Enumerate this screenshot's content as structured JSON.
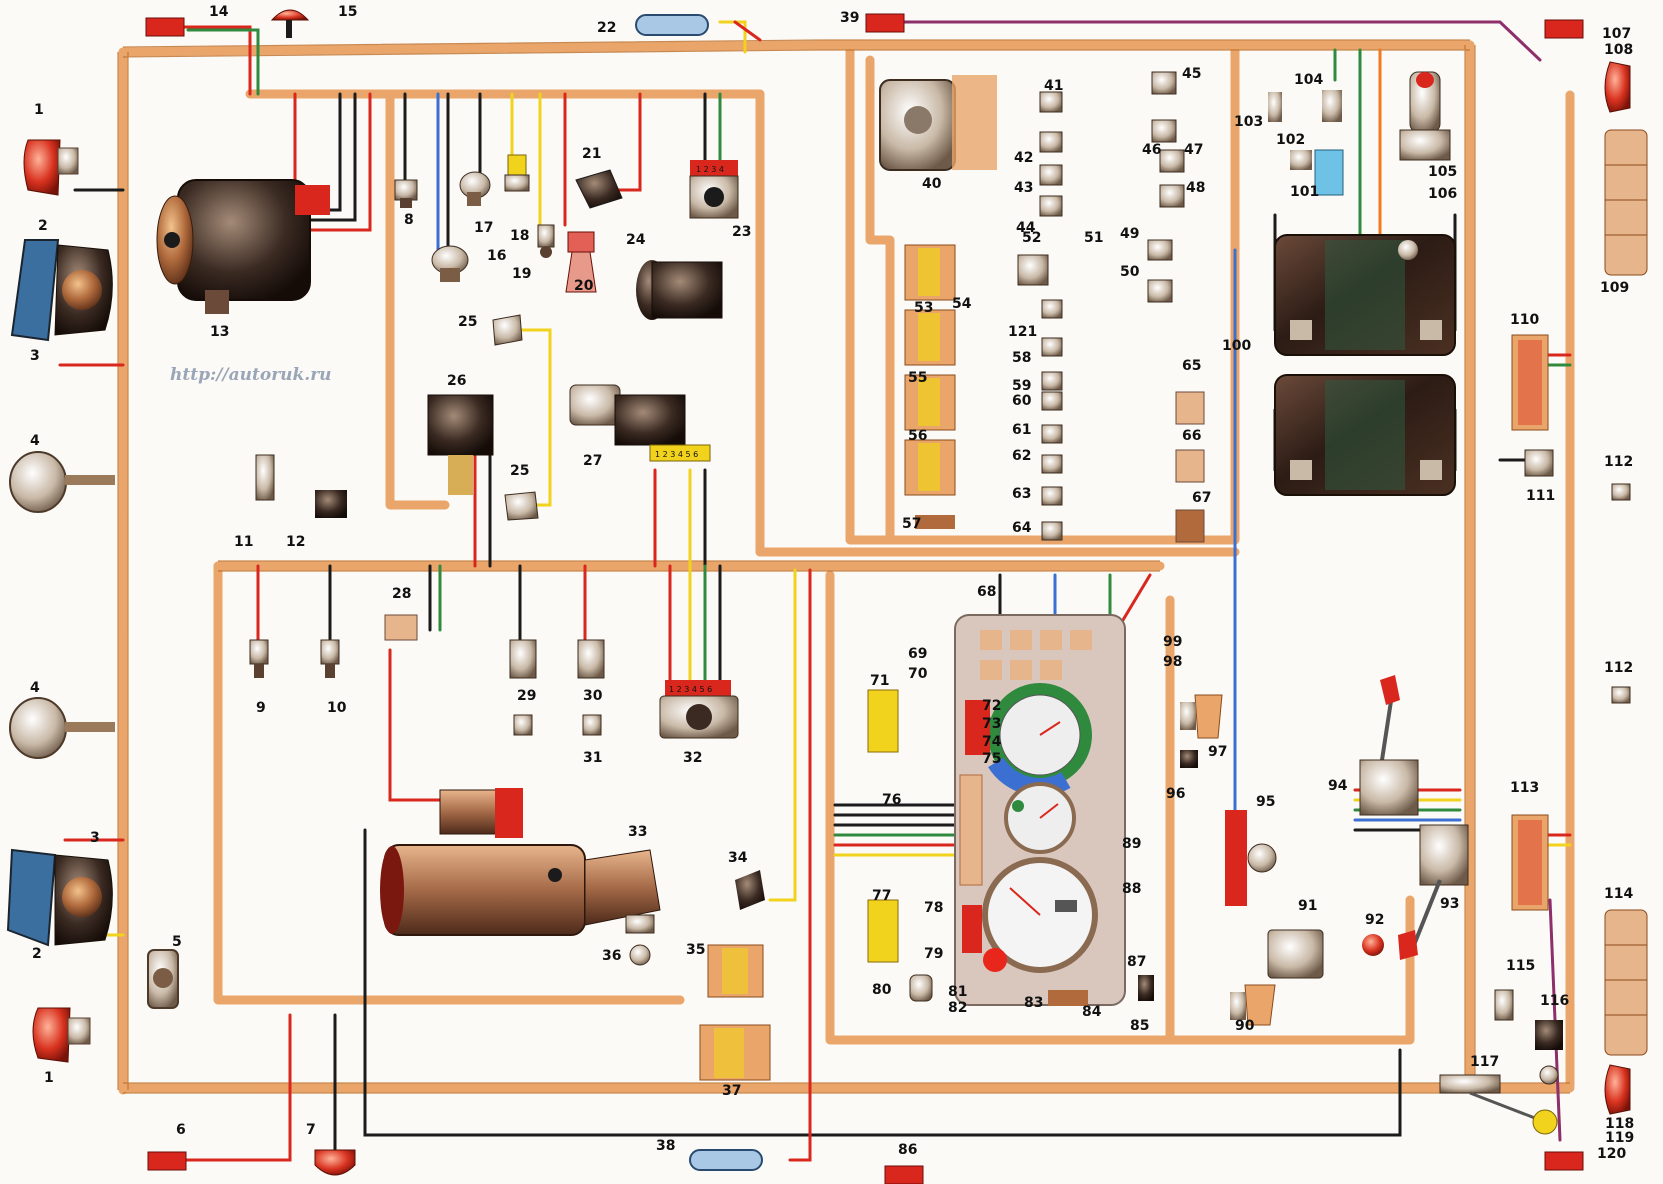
{
  "watermark": "http://autoruk.ru",
  "colors": {
    "harness": "#e9a56a",
    "harness_edge": "#b8651f",
    "red": "#d9271e",
    "yellow": "#f1d21c",
    "green": "#2f8a3e",
    "blue": "#3b6fd1",
    "black": "#1b1b1b",
    "violet": "#8c2f6b",
    "body_dark": "#3a2a22",
    "body_copper": "#b06a3c",
    "lamp_red": "#d8321f"
  },
  "labels": {
    "c1a": "1",
    "c1b": "1",
    "c2a": "2",
    "c2b": "2",
    "c3a": "3",
    "c3b": "3",
    "c4a": "4",
    "c4b": "4",
    "c5": "5",
    "c6": "6",
    "c7": "7",
    "c8": "8",
    "c9": "9",
    "c10": "10",
    "c11": "11",
    "c12": "12",
    "c13": "13",
    "c14": "14",
    "c15": "15",
    "c16": "16",
    "c17": "17",
    "c18": "18",
    "c19": "19",
    "c20": "20",
    "c21": "21",
    "c22": "22",
    "c23": "23",
    "c24": "24",
    "c25a": "25",
    "c25b": "25",
    "c26": "26",
    "c27": "27",
    "c28": "28",
    "c29": "29",
    "c30": "30",
    "c31": "31",
    "c32": "32",
    "c33": "33",
    "c34": "34",
    "c35": "35",
    "c36": "36",
    "c37": "37",
    "c38": "38",
    "c39": "39",
    "c40": "40",
    "c41": "41",
    "c42": "42",
    "c43": "43",
    "c44": "44",
    "c45": "45",
    "c46": "46",
    "c47": "47",
    "c48": "48",
    "c49": "49",
    "c50": "50",
    "c51": "51",
    "c52": "52",
    "c53": "53",
    "c54": "54",
    "c55": "55",
    "c56": "56",
    "c57": "57",
    "c58": "58",
    "c59": "59",
    "c60": "60",
    "c61": "61",
    "c62": "62",
    "c63": "63",
    "c64": "64",
    "c65": "65",
    "c66": "66",
    "c67": "67",
    "c68": "68",
    "c69": "69",
    "c70": "70",
    "c71": "71",
    "c72": "72",
    "c73": "73",
    "c74": "74",
    "c75": "75",
    "c76": "76",
    "c77": "77",
    "c78": "78",
    "c79": "79",
    "c80": "80",
    "c81": "81",
    "c82": "82",
    "c83": "83",
    "c84": "84",
    "c85": "85",
    "c86": "86",
    "c87": "87",
    "c88": "88",
    "c89": "89",
    "c90": "90",
    "c91": "91",
    "c92": "92",
    "c93": "93",
    "c94": "94",
    "c95": "95",
    "c96": "96",
    "c97": "97",
    "c98": "98",
    "c99": "99",
    "c100": "100",
    "c101": "101",
    "c102": "102",
    "c103": "103",
    "c104": "104",
    "c105": "105",
    "c106": "106",
    "c107": "107",
    "c108": "108",
    "c109": "109",
    "c110": "110",
    "c111": "111",
    "c112a": "112",
    "c112b": "112",
    "c113": "113",
    "c114": "114",
    "c115": "115",
    "c116": "116",
    "c117": "117",
    "c118": "118",
    "c119": "119",
    "c120": "120",
    "c121": "121"
  },
  "connector_pins": {
    "c23_pins": "1 2 3 4",
    "c27_pins": "1 2 3 4 5 6",
    "c32_pins": "1 2 3 4 5 6"
  }
}
